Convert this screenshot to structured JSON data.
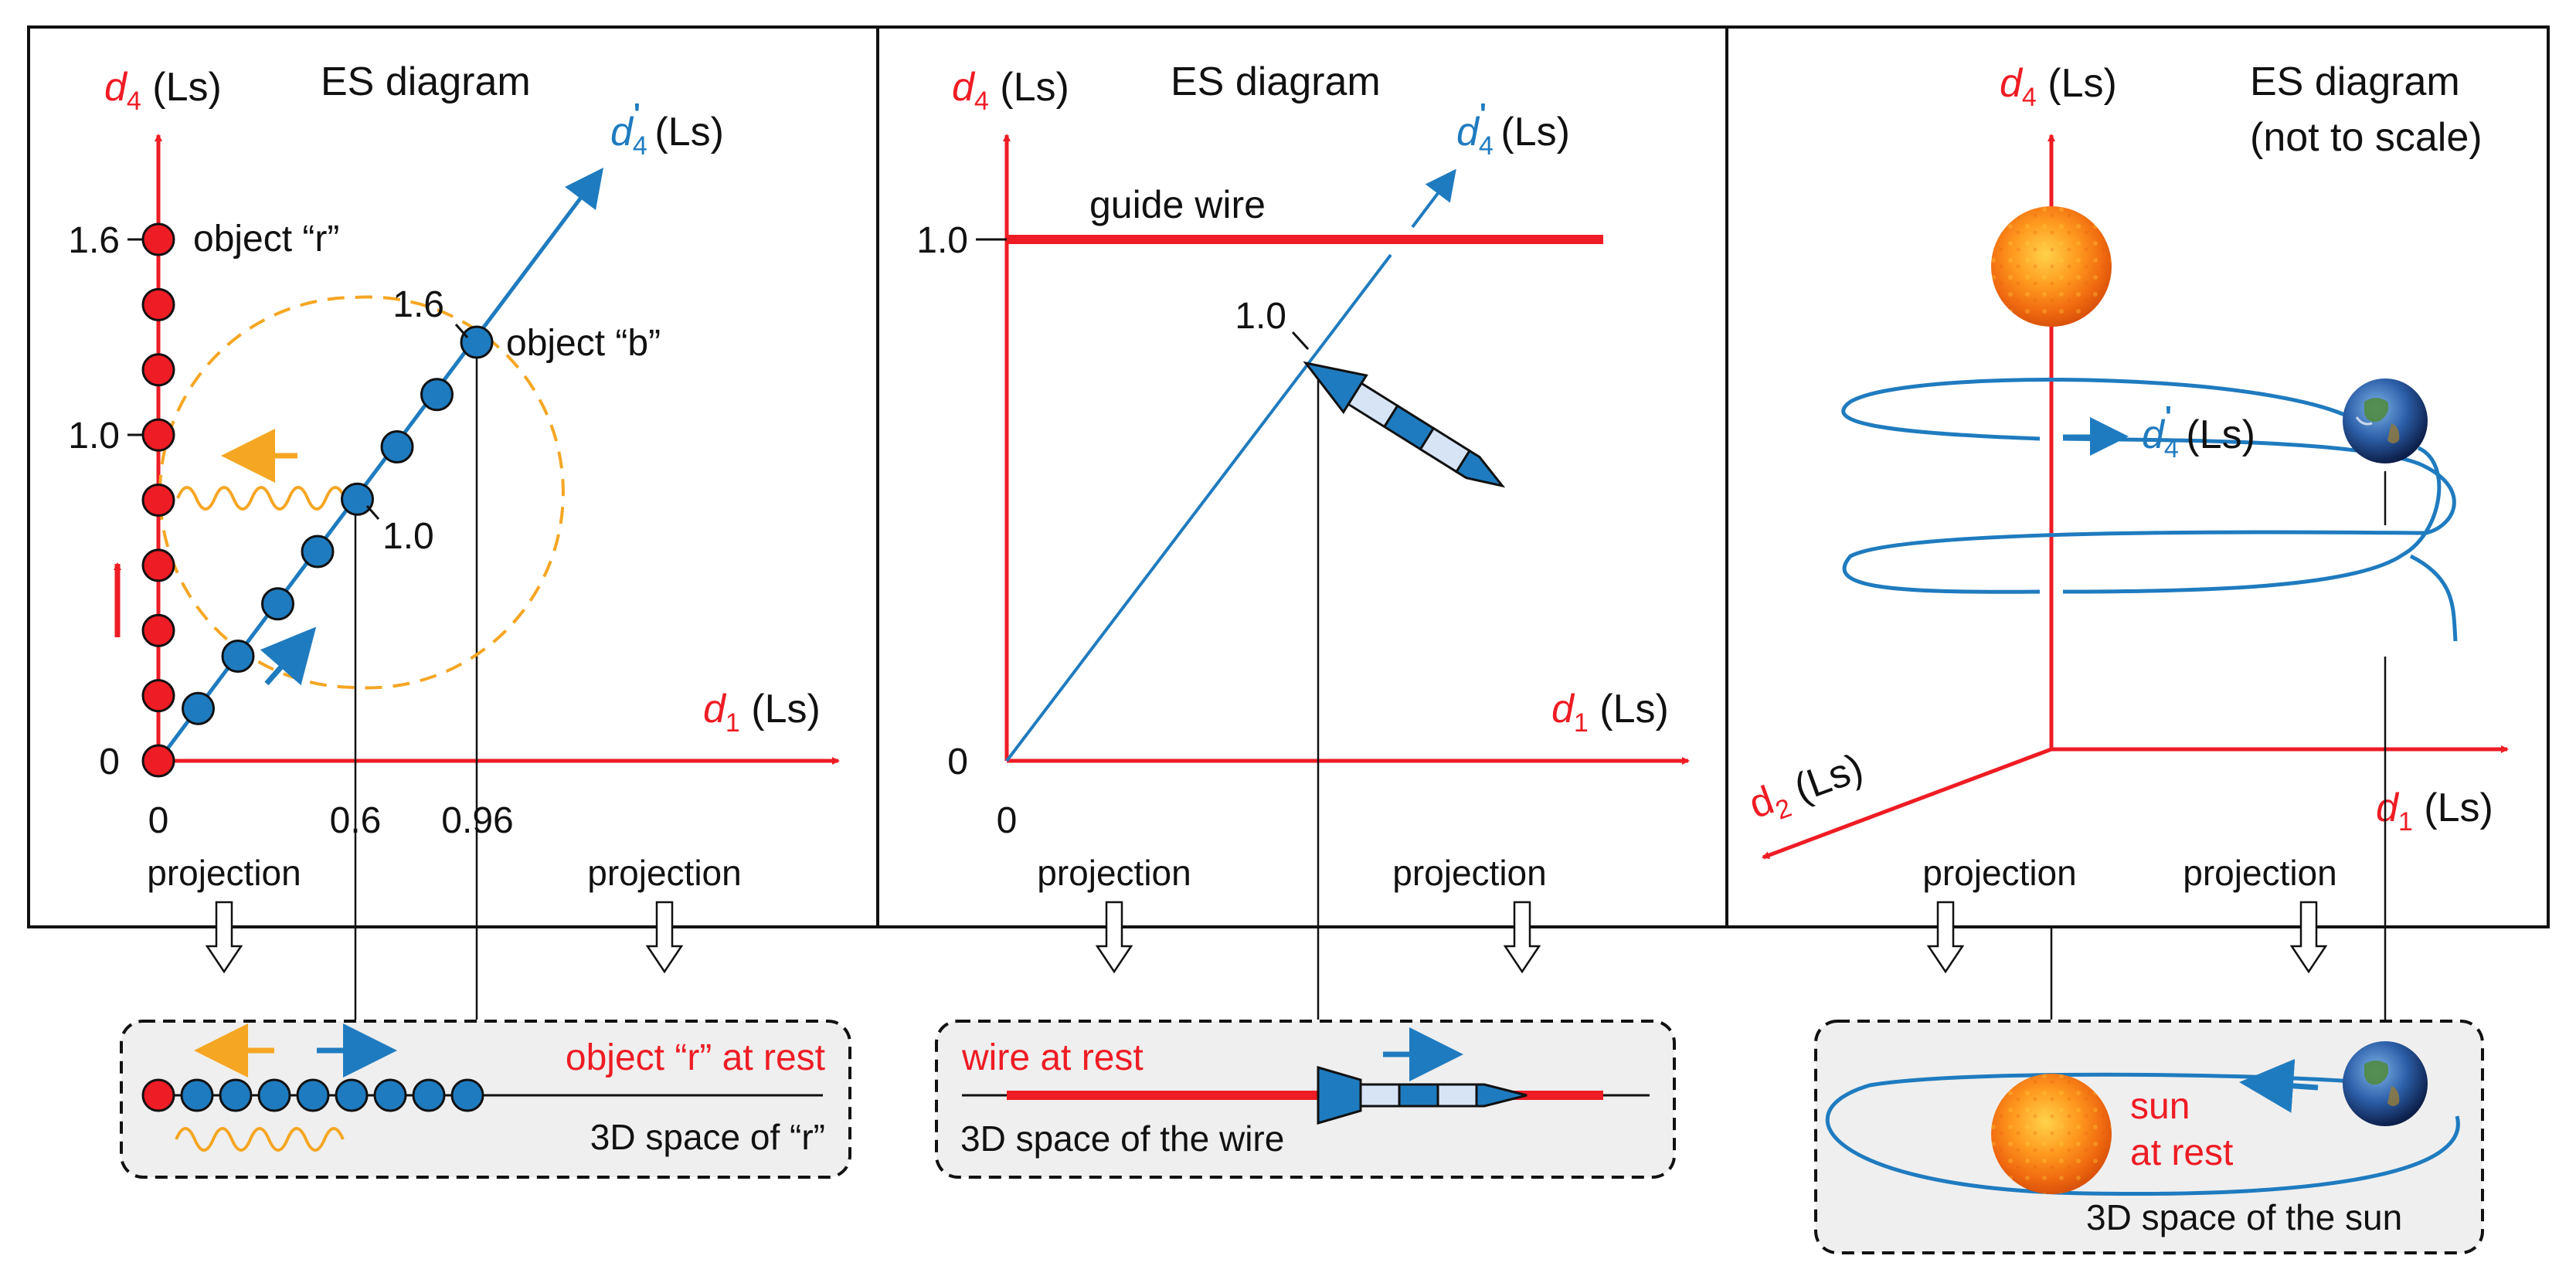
{
  "colors": {
    "red": "#ee1c24",
    "blue": "#1f7bbf",
    "orange": "#f5a623",
    "black": "#111111",
    "box_fill": "#efefef",
    "rocket_light": "#d6e4f6"
  },
  "panel1": {
    "d4_var": "d",
    "d4_sub": "4",
    "d4_unit": " (Ls)",
    "title": "ES diagram",
    "d4p_var": "d",
    "d4p_sub": "4",
    "d4p_prime": "'",
    "d4p_unit": " (Ls)",
    "d1_var": "d",
    "d1_sub": "1",
    "d1_unit": " (Ls)",
    "y_ticks": [
      "1.6",
      "1.0",
      "0"
    ],
    "x_ticks": [
      "0",
      "0.6",
      "0.96"
    ],
    "label_16_b": "1.6",
    "label_10_b": "1.0",
    "object_r": "object “r”",
    "object_b": "object “b”",
    "projection_left": "projection",
    "projection_right": "projection",
    "box_label_top": "object “r” at rest",
    "box_label_bottom": "3D space of “r”",
    "red_circle_count": 9,
    "blue_circle_count": 8
  },
  "panel2": {
    "d4_var": "d",
    "d4_sub": "4",
    "d4_unit": " (Ls)",
    "title": "ES diagram",
    "d4p_var": "d",
    "d4p_sub": "4",
    "d4p_prime": "'",
    "d4p_unit": " (Ls)",
    "d1_var": "d",
    "d1_sub": "1",
    "d1_unit": " (Ls)",
    "y_ticks": [
      "1.0",
      "0"
    ],
    "x_tick": "0",
    "guide_wire": "guide wire",
    "rocket_label": "1.0",
    "projection_left": "projection",
    "projection_right": "projection",
    "box_label_top": "wire at rest",
    "box_label_bottom": "3D space of the wire"
  },
  "panel3": {
    "d4_var": "d",
    "d4_sub": "4",
    "d4_unit": " (Ls)",
    "title_line1": "ES diagram",
    "title_line2": "(not to scale)",
    "d4p_var": "d",
    "d4p_sub": "4",
    "d4p_prime": "'",
    "d4p_unit": " (Ls)",
    "d1_var": "d",
    "d1_sub": "1",
    "d1_unit": " (Ls)",
    "d2_var": "d",
    "d2_sub": "2",
    "d2_unit": " (Ls)",
    "projection_left": "projection",
    "projection_right": "projection",
    "box_label_sun1": "sun",
    "box_label_sun2": "at rest",
    "box_label_bottom": "3D space of the sun"
  }
}
